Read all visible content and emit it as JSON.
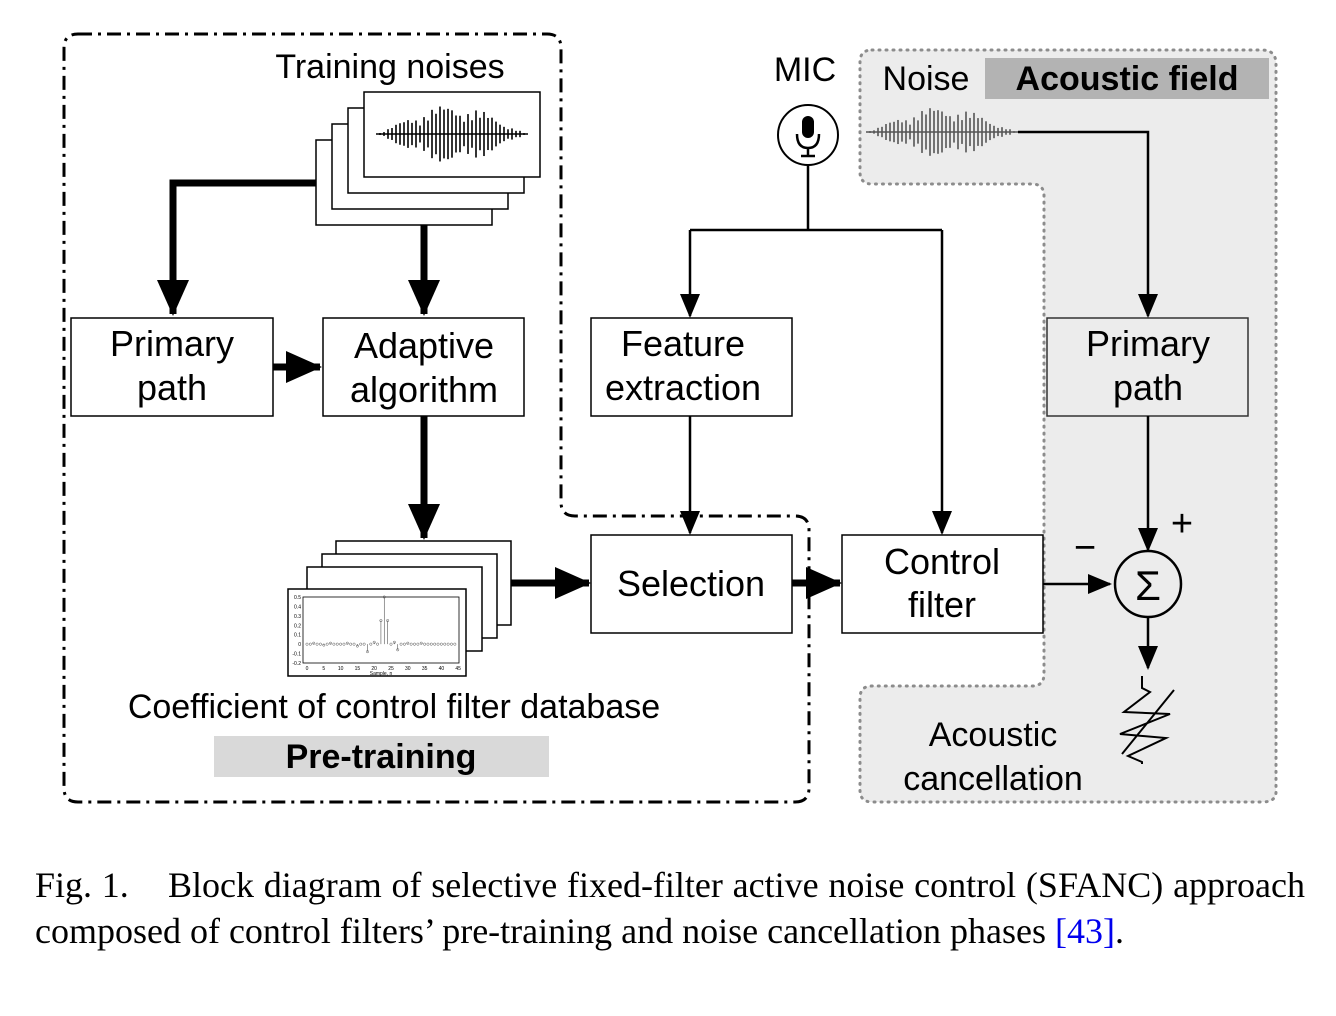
{
  "regions": {
    "pretraining_label": "Pre-training",
    "acoustic_field_label": "Acoustic field",
    "acoustic_cancellation_label": [
      "Acoustic",
      "cancellation"
    ]
  },
  "labels": {
    "training_noises": "Training noises",
    "mic": "MIC",
    "noise": "Noise",
    "database": "Coefficient of control filter database"
  },
  "blocks": {
    "primary_path_left": [
      "Primary",
      "path"
    ],
    "adaptive_algorithm": [
      "Adaptive",
      "algorithm"
    ],
    "feature_extraction": [
      "Feature",
      "extraction"
    ],
    "primary_path_right": [
      "Primary",
      "path"
    ],
    "selection": [
      "Selection"
    ],
    "control_filter": [
      "Control",
      "filter"
    ]
  },
  "summing_junction": {
    "symbol": "Σ",
    "plus": "+",
    "minus": "−"
  },
  "mini_plot": {
    "yticks": [
      "0.5",
      "0.4",
      "0.3",
      "0.2",
      "0.1",
      "0",
      "-0.1",
      "-0.2"
    ],
    "xticks": [
      "0",
      "5",
      "10",
      "15",
      "20",
      "25",
      "30",
      "35",
      "40",
      "45"
    ],
    "xlabel": "Sample, n"
  },
  "caption": {
    "fig": "Fig. 1.",
    "text": "Block diagram of selective fixed-filter active noise control (SFANC) approach composed of control filters’ pre-training and noise cancellation phases",
    "ref": "[43]",
    "end": "."
  },
  "colors": {
    "region_fill": "#ececec",
    "label_band": "#d9d9d9",
    "acoustic_band": "#b3b3b3",
    "right_text": "#333333"
  }
}
